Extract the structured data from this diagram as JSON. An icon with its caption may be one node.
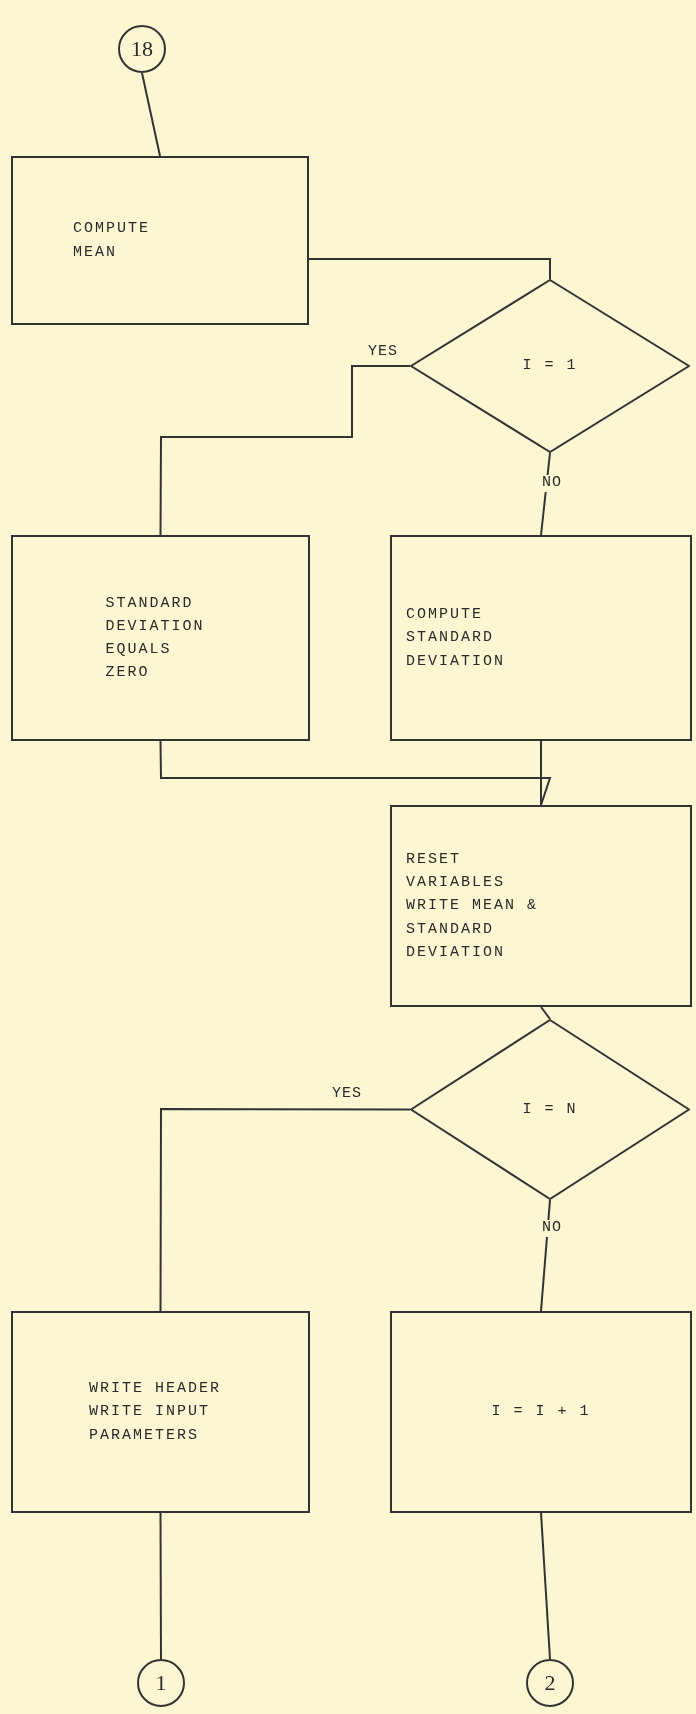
{
  "diagram": {
    "nodes": [
      {
        "text": [
          "18"
        ]
      },
      {
        "text": [
          "COMPUTE MEAN"
        ]
      },
      {
        "text": [
          "I = 1"
        ]
      },
      {
        "text": [
          "STANDARD DEVIATION EQUALS ZERO"
        ]
      },
      {
        "text": [
          "COMPUTE STANDARD DEVIATION"
        ]
      },
      {
        "text": [
          "RESET VARIABLES WRITE MEAN & STANDARD DEVIATION"
        ]
      },
      {
        "text": [
          "I = N"
        ]
      },
      {
        "text": [
          "WRITE HEADER WRITE INPUT PARAMETERS"
        ]
      },
      {
        "text": [
          "I = I + 1"
        ]
      },
      {
        "text": [
          "1"
        ]
      },
      {
        "text": [
          "2"
        ]
      }
    ],
    "edges": [
      {
        "from": 0,
        "to": 1,
        "arrow": "none"
      },
      {
        "from": 1,
        "to": 2,
        "arrow": "none"
      },
      {
        "from": 2,
        "to": 3,
        "arrow": "none",
        "label": "YES"
      },
      {
        "from": 2,
        "to": 4,
        "arrow": "none",
        "label": "NO"
      },
      {
        "from": 3,
        "to": 5,
        "arrow": "none"
      },
      {
        "from": 4,
        "to": 5,
        "arrow": "none"
      },
      {
        "from": 5,
        "to": 6,
        "arrow": "none"
      },
      {
        "from": 6,
        "to": 7,
        "arrow": "none",
        "label": "YES"
      },
      {
        "from": 6,
        "to": 8,
        "arrow": "none",
        "label": "NO"
      },
      {
        "from": 7,
        "to": 9,
        "arrow": "none"
      },
      {
        "from": 8,
        "to": 10,
        "arrow": "none"
      }
    ]
  }
}
